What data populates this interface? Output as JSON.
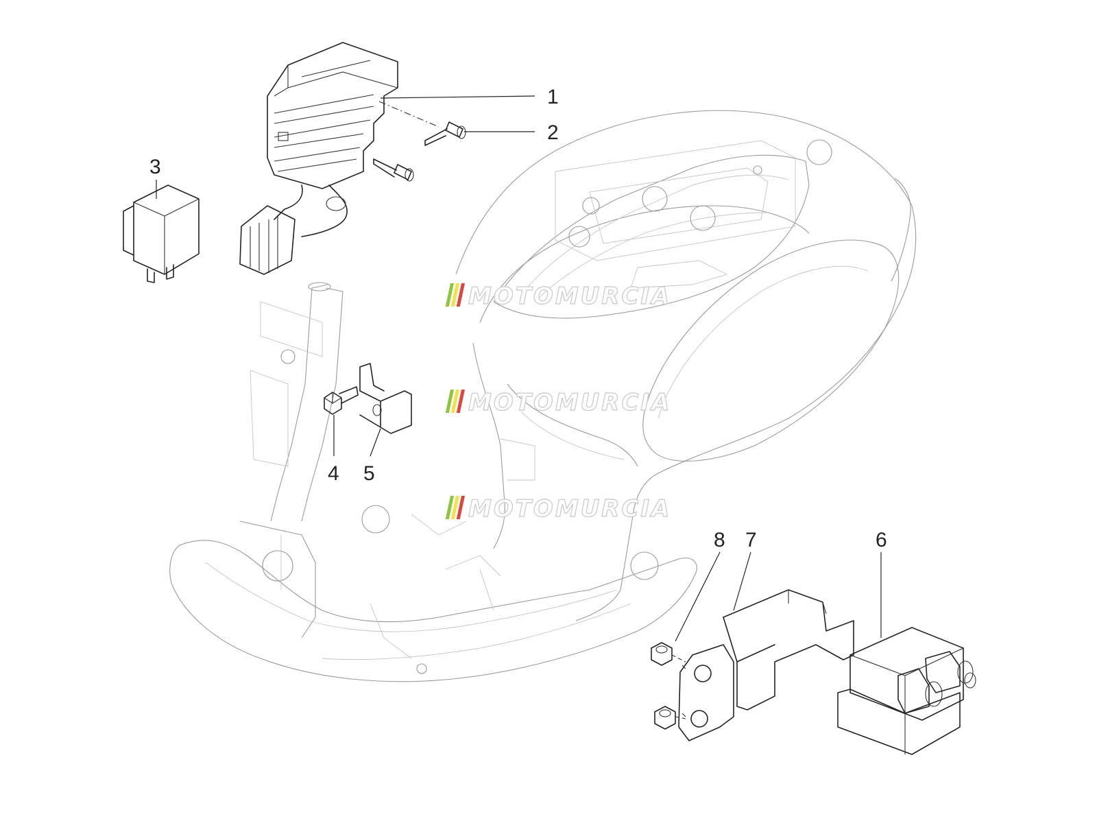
{
  "callouts": [
    {
      "id": "1",
      "label": "1"
    },
    {
      "id": "2",
      "label": "2"
    },
    {
      "id": "3",
      "label": "3"
    },
    {
      "id": "4",
      "label": "4"
    },
    {
      "id": "5",
      "label": "5"
    },
    {
      "id": "6",
      "label": "6"
    },
    {
      "id": "7",
      "label": "7"
    },
    {
      "id": "8",
      "label": "8"
    }
  ],
  "watermarks": [
    {
      "text": "MOTOMURCIA"
    },
    {
      "text": "MOTOMURCIA"
    },
    {
      "text": "MOTOMURCIA"
    }
  ],
  "colors": {
    "line": "#222222",
    "ghost": "#9a9a9a",
    "watermark_stripe_green": "#8cc63f",
    "watermark_stripe_yellow": "#f2e24a",
    "watermark_stripe_red": "#e0443a"
  }
}
